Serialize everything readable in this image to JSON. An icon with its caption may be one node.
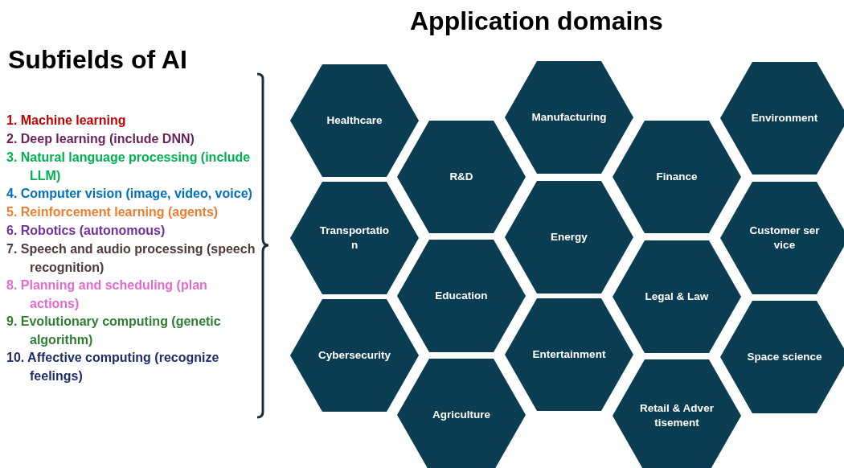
{
  "diagram": {
    "title": "Application domains",
    "nodes": [
      {
        "text": [
          "Healthcare"
        ]
      },
      {
        "text": [
          "Transportation"
        ]
      },
      {
        "text": [
          "Cybersecurity"
        ]
      },
      {
        "text": [
          "R&D"
        ]
      },
      {
        "text": [
          "Education"
        ]
      },
      {
        "text": [
          "Agriculture"
        ]
      },
      {
        "text": [
          "Manufacturing"
        ]
      },
      {
        "text": [
          "Energy"
        ]
      },
      {
        "text": [
          "Entertainment"
        ]
      },
      {
        "text": [
          "Finance"
        ]
      },
      {
        "text": [
          "Legal & Law"
        ]
      },
      {
        "text": [
          "Retail & Advertisement"
        ]
      },
      {
        "text": [
          "Environment"
        ]
      },
      {
        "text": [
          "Customer service"
        ]
      },
      {
        "text": [
          "Space science"
        ]
      }
    ],
    "edges": [],
    "labels": [
      "Subfields of AI",
      "1. Machine learning",
      "2. Deep learning (include DNN)",
      "3. Natural language processing (include LLM)",
      "4. Computer vision (image, video, voice)",
      "5. Reinforcement learning (agents)",
      "6. Robotics (autonomous)",
      "7. Speech and audio processing (speech recognition)",
      "8. Planning and scheduling (plan actions)",
      "9. Evolutionary computing (genetic algorithm)",
      "10. Affective computing (recognize feelings)"
    ]
  }
}
